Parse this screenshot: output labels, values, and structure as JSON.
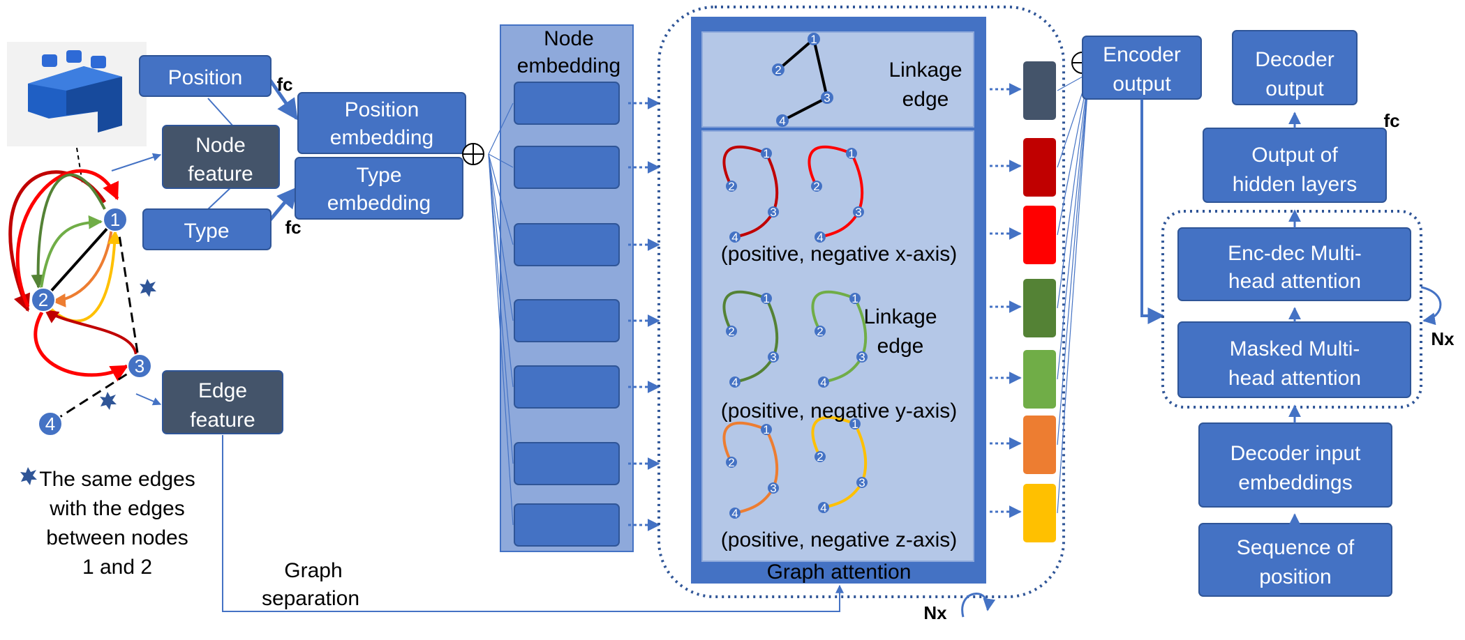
{
  "graph": {
    "node_labels": [
      "1",
      "2",
      "3",
      "4"
    ]
  },
  "left_boxes": {
    "position": "Position",
    "node_feature": [
      "Node",
      "feature"
    ],
    "type": "Type",
    "edge_feature": [
      "Edge",
      "feature"
    ],
    "position_embedding": [
      "Position",
      "embedding"
    ],
    "type_embedding": [
      "Type",
      "embedding"
    ],
    "fc_top": "fc",
    "fc_bottom": "fc"
  },
  "note": {
    "lines": [
      "The same edges",
      "with the edges",
      "between nodes",
      "1 and 2"
    ]
  },
  "graph_separation": [
    "Graph",
    "separation"
  ],
  "node_embedding": {
    "title": [
      "Node",
      "embedding"
    ]
  },
  "graph_attention": {
    "title": "Graph attention",
    "linkage_edge_top": [
      "Linkage",
      "edge"
    ],
    "linkage_edge_mid": [
      "Linkage",
      "edge"
    ],
    "x_caption": "(positive, negative  x-axis)",
    "y_caption": "(positive, negative y-axis)",
    "z_caption": "(positive, negative  z-axis)",
    "nx": "Nx"
  },
  "encoder_output": [
    "Encoder",
    "output"
  ],
  "decoder": {
    "decoder_output": [
      "Decoder",
      "output"
    ],
    "fc": "fc",
    "hidden": [
      "Output of",
      "hidden layers"
    ],
    "enc_dec": [
      "Enc-dec Multi-",
      "head attention"
    ],
    "masked": [
      "Masked Multi-",
      "head attention"
    ],
    "nx": "Nx",
    "input_embeddings": [
      "Decoder input",
      "embeddings"
    ],
    "sequence": [
      "Sequence of",
      "position"
    ]
  },
  "colors": {
    "box_blue": "#4472c4",
    "box_dark": "#44546a",
    "panel_light": "#8ea9db",
    "panel_attention": "#b4c7e7",
    "dashed_border": "#2f5597",
    "edge_red": "#c00000",
    "edge_bright_red": "#ff0000",
    "edge_dark_green": "#548235",
    "edge_light_green": "#70ad47",
    "edge_orange": "#ed7d31",
    "edge_yellow": "#ffc000",
    "lego_blue": "#1f5fc4"
  }
}
